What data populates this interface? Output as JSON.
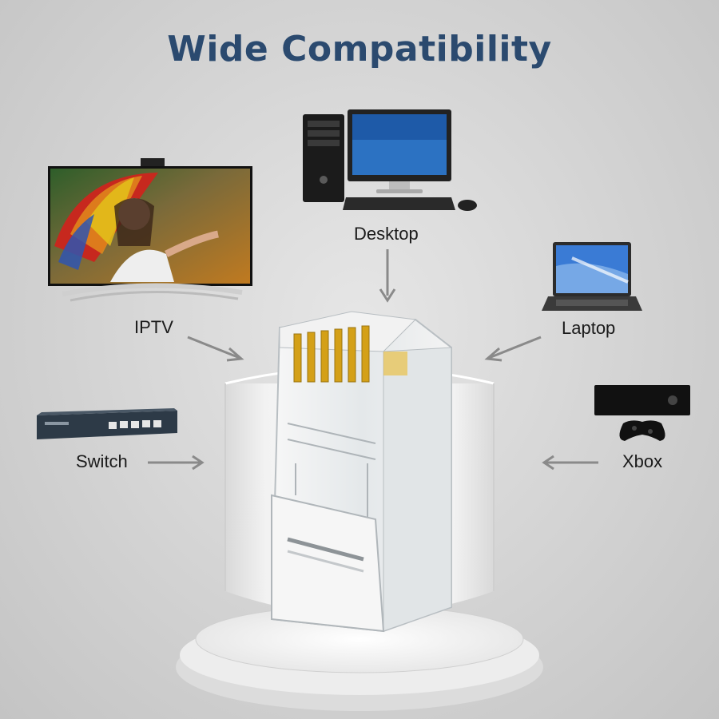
{
  "title": "Wide Compatibility",
  "devices": {
    "desktop": {
      "label": "Desktop",
      "icon": "desktop-computer-icon"
    },
    "iptv": {
      "label": "IPTV",
      "icon": "television-icon"
    },
    "laptop": {
      "label": "Laptop",
      "icon": "laptop-icon"
    },
    "switch": {
      "label": "Switch",
      "icon": "network-switch-icon"
    },
    "xbox": {
      "label": "Xbox",
      "icon": "game-console-icon"
    }
  },
  "product": {
    "icon": "rj45-connector-icon"
  },
  "colors": {
    "title": "#2b4a6f",
    "background": "#d3d3d3",
    "arrow": "#8a8a8a",
    "contacts": "#d4a017"
  }
}
